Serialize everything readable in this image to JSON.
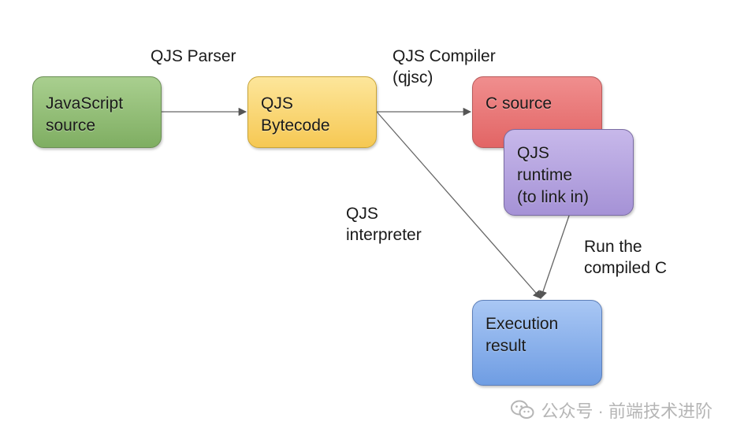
{
  "nodes": {
    "js_source": "JavaScript\nsource",
    "bytecode": "QJS\nBytecode",
    "c_source": "C source",
    "runtime": "QJS\nruntime\n(to link in)",
    "result": "Execution\nresult"
  },
  "edge_labels": {
    "parser": "QJS Parser",
    "compiler": "QJS Compiler\n(qjsc)",
    "interpreter": "QJS\ninterpreter",
    "run_compiled": "Run the\ncompiled C"
  },
  "watermark": {
    "text": "公众号 · 前端技术进阶",
    "icon": "wechat-icon"
  },
  "colors": {
    "js": "#8fbd74",
    "bytecode": "#f9d66e",
    "c_source": "#e87878",
    "runtime": "#b3a2de",
    "result": "#86aeea",
    "arrow": "#555555"
  }
}
